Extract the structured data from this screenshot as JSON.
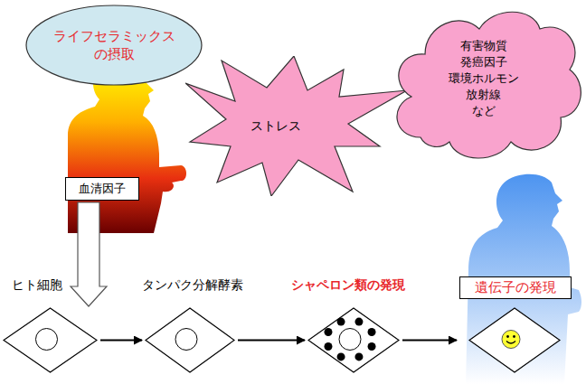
{
  "diagram": {
    "nodes": [
      {
        "text": [
          "ライフセラミックス の摂取"
        ]
      },
      {
        "text": [
          "血清因子"
        ]
      },
      {
        "text": [
          "ストレス"
        ]
      },
      {
        "text": [
          "有害物質 発癌因子 環境ホルモン 放射線 など"
        ]
      },
      {
        "text": [
          "ヒト細胞"
        ]
      },
      {
        "text": [
          "タンパク分解酵素"
        ]
      },
      {
        "text": [
          "シャペロン類の発現"
        ]
      },
      {
        "text": [
          "遺伝子の発現"
        ]
      }
    ],
    "edges": [
      {
        "from": 1,
        "to": 4,
        "arrow": "to"
      },
      {
        "from": 4,
        "to": 5,
        "arrow": "to"
      },
      {
        "from": 5,
        "to": 6,
        "arrow": "to"
      },
      {
        "from": 6,
        "to": 7,
        "arrow": "to"
      }
    ]
  }
}
